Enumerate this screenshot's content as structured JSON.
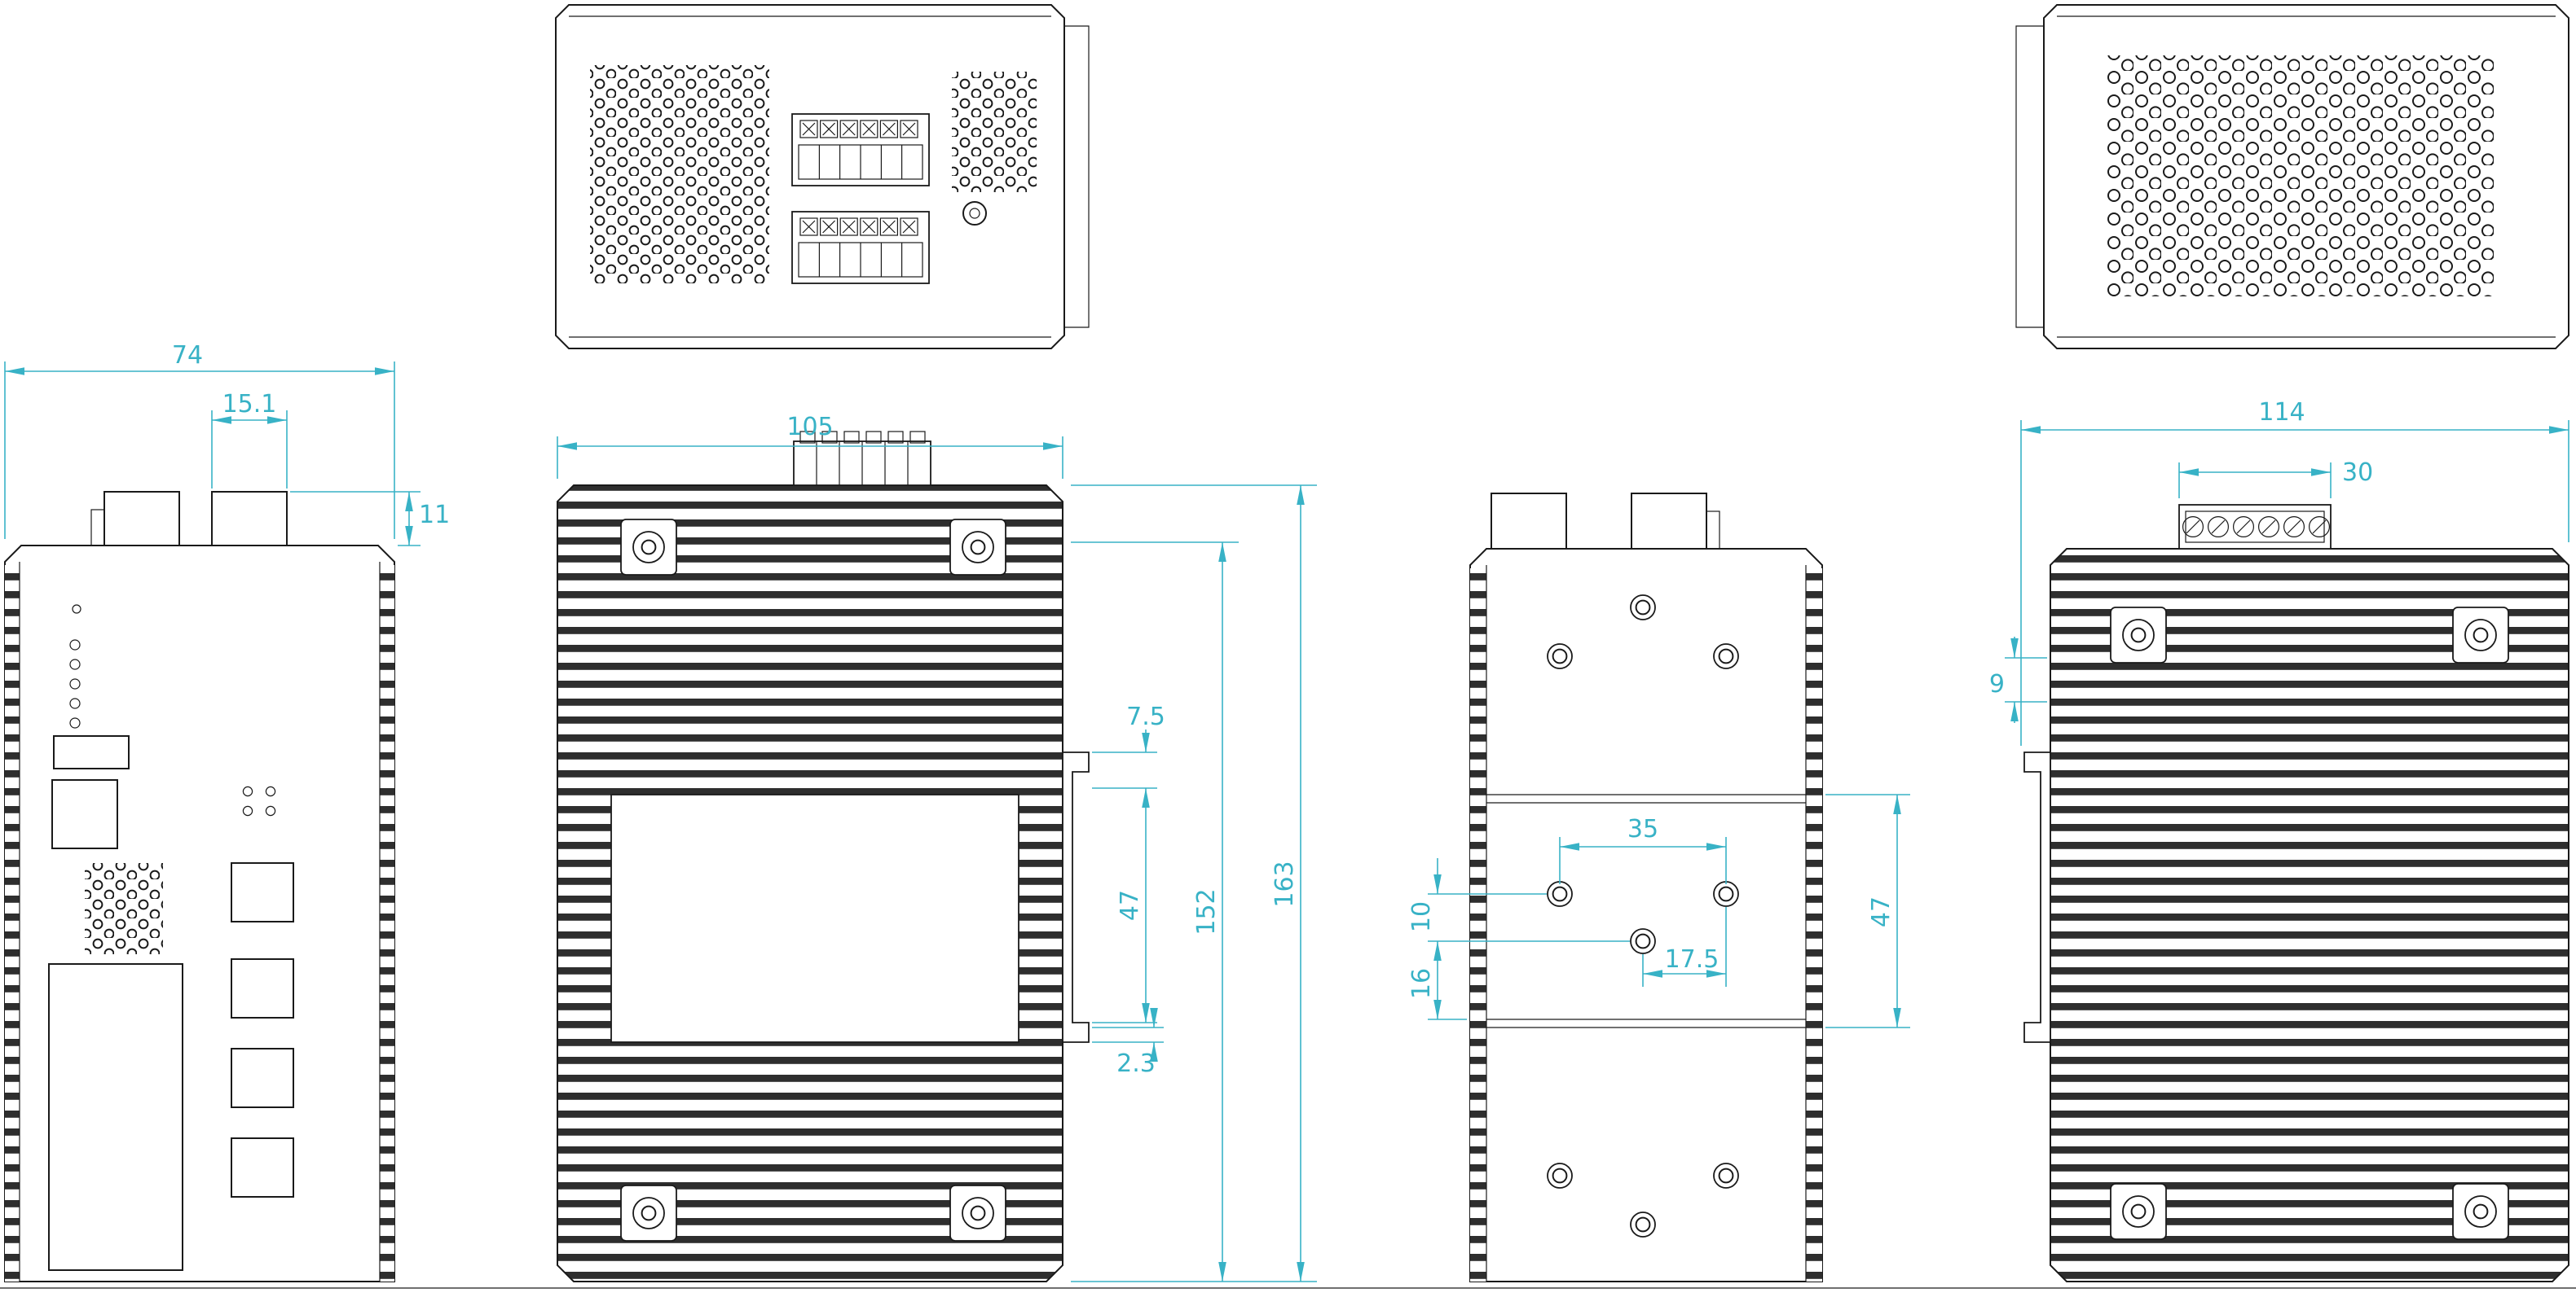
{
  "colors": {
    "outline": "#1a1a1a",
    "dimension": "#38b2c6",
    "background": "#ffffff"
  },
  "dimensions_mm": {
    "front": {
      "overall_width": "74",
      "connector_width": "15.1",
      "connector_height": "11"
    },
    "left_side": {
      "overall_depth": "105",
      "fin_body_height": "152",
      "overall_height": "163",
      "din_clip_top_offset": "7.5",
      "din_clip_span": "47",
      "din_clip_tab": "2.3"
    },
    "rear": {
      "mount_hole_spacing": "35",
      "hole_row_offset": "10",
      "hole_plate_offset": "16",
      "center_hole_offset": "17.5",
      "din_plate_height": "47"
    },
    "right_side": {
      "overall_depth": "114",
      "terminal_block_width": "30",
      "top_offset": "9"
    }
  }
}
